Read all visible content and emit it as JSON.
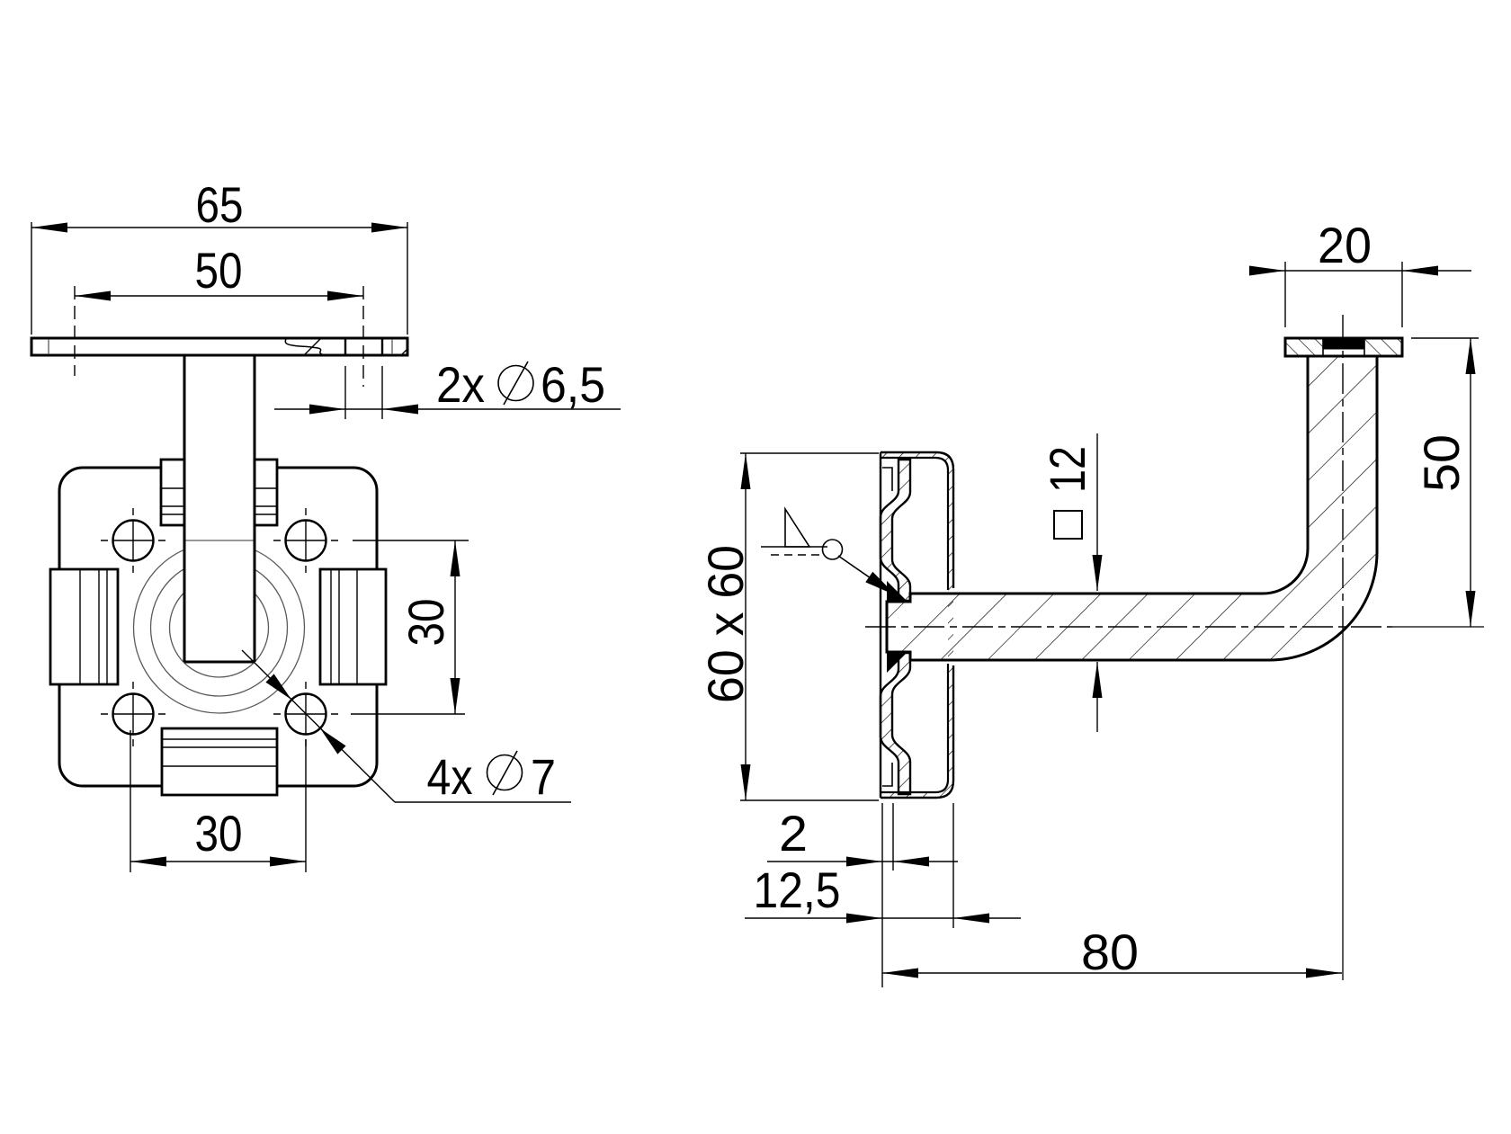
{
  "drawing": {
    "type": "technical-drawing",
    "subject": "handrail-bracket",
    "background_color": "#ffffff",
    "line_color": "#000000",
    "views": {
      "front": {
        "name": "front view",
        "dimensions": {
          "overall_width": {
            "label": "65"
          },
          "hole_spacing_top": {
            "label": "50"
          },
          "top_plate_holes": {
            "label": "2x ∅6,5",
            "prefix": "2x",
            "diameter_symbol": "∅",
            "value": "6,5"
          },
          "wall_hole_spacing_vertical": {
            "label": "30"
          },
          "wall_hole_spacing_horizontal": {
            "label": "30"
          },
          "wall_plate_holes": {
            "label": "4x ∅7",
            "prefix": "4x",
            "diameter_symbol": "∅",
            "value": "7"
          }
        }
      },
      "side": {
        "name": "side view",
        "dimensions": {
          "saddle_width": {
            "label": "20"
          },
          "arm_height": {
            "label": "50"
          },
          "bar_section": {
            "label": "12",
            "prefix_symbol": "square"
          },
          "wall_plate_size": {
            "label": "60 x 60"
          },
          "sheet_thickness": {
            "label": "2"
          },
          "plate_depth": {
            "label": "12,5"
          },
          "arm_length": {
            "label": "80"
          }
        },
        "symbols": {
          "weld": {
            "type": "fillet weld, weld-all-around",
            "shape": "triangle-flag with circle and leader arrow"
          }
        }
      }
    }
  }
}
